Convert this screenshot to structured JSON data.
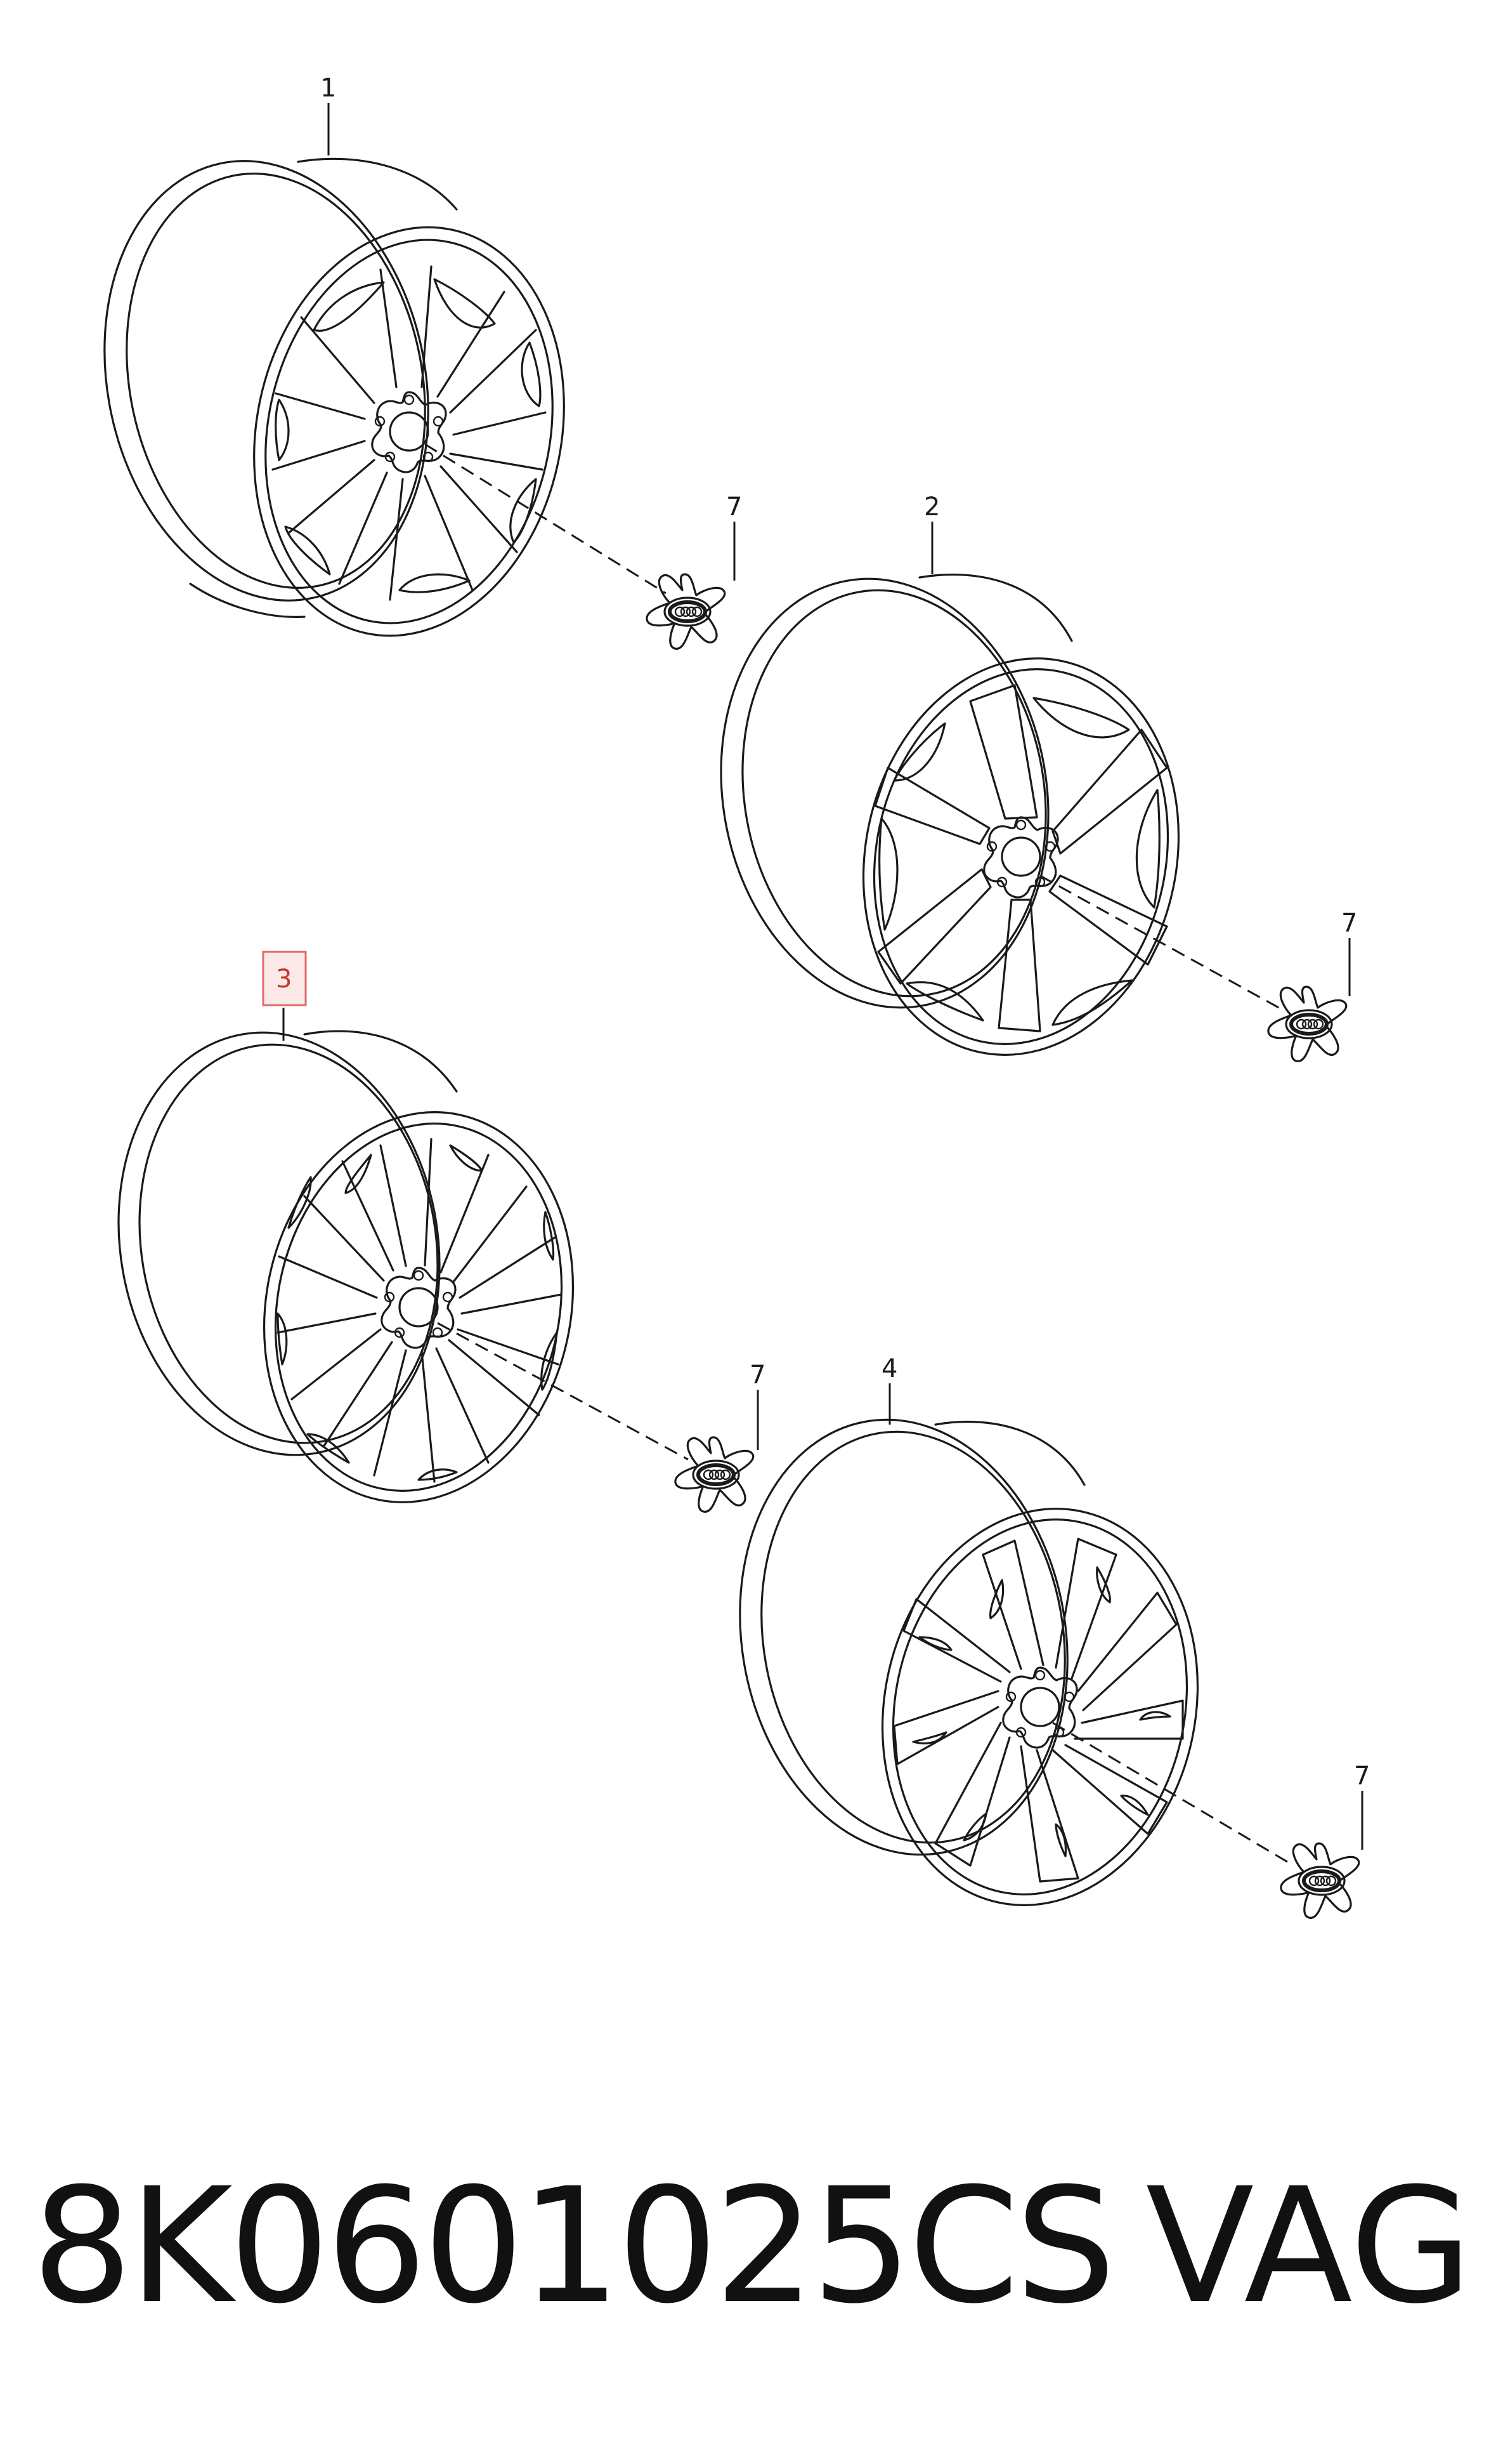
{
  "callouts": {
    "wheel_1": "1",
    "wheel_2": "2",
    "wheel_3": "3",
    "wheel_4": "4",
    "cap": "7"
  },
  "highlighted_callout": "3",
  "footer": {
    "part_number": "8K0601025CS",
    "brand": "VAG"
  },
  "colors": {
    "line": "#1a1a1a",
    "highlight_fill": "#fde8e8",
    "highlight_stroke": "#e06a6a"
  }
}
